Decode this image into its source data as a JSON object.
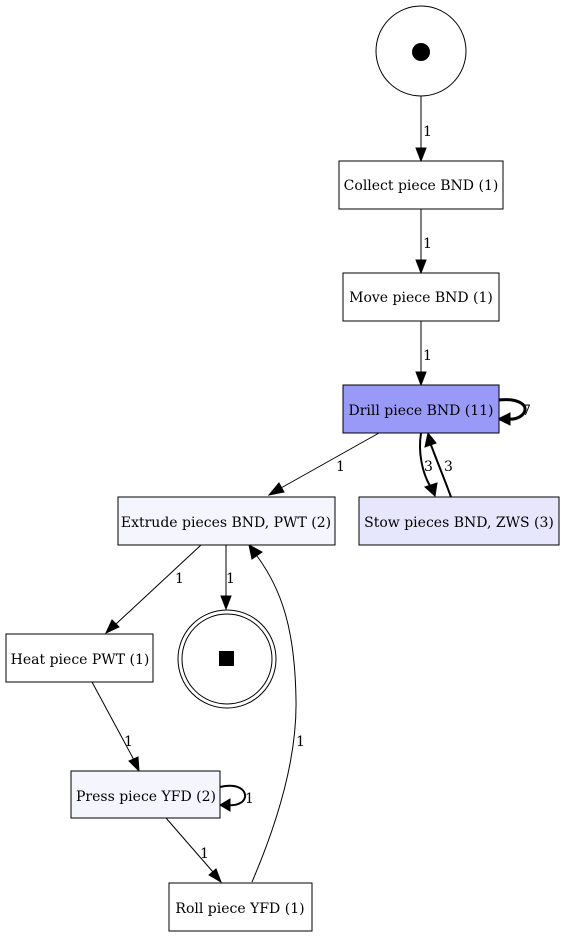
{
  "diagram": {
    "nodes": {
      "collect": {
        "label": "Collect piece BND (1)",
        "fill": "#ffffff"
      },
      "move": {
        "label": "Move piece BND (1)",
        "fill": "#ffffff"
      },
      "drill": {
        "label": "Drill piece BND (11)",
        "fill": "#9999f8"
      },
      "extrude": {
        "label": "Extrude pieces BND, PWT (2)",
        "fill": "#f5f5fe"
      },
      "stow": {
        "label": "Stow pieces BND, ZWS (3)",
        "fill": "#e6e6fc"
      },
      "heat": {
        "label": "Heat piece PWT (1)",
        "fill": "#ffffff"
      },
      "press": {
        "label": "Press piece YFD (2)",
        "fill": "#f5f5fe"
      },
      "roll": {
        "label": "Roll piece YFD (1)",
        "fill": "#ffffff"
      }
    },
    "edges": {
      "start_collect": "1",
      "collect_move": "1",
      "move_drill": "1",
      "drill_self": "7",
      "drill_stow": "3",
      "stow_drill": "3",
      "drill_extrude": "1",
      "extrude_heat": "1",
      "extrude_end": "1",
      "heat_press": "1",
      "press_self": "1",
      "press_roll": "1",
      "roll_extrude": "1"
    }
  }
}
